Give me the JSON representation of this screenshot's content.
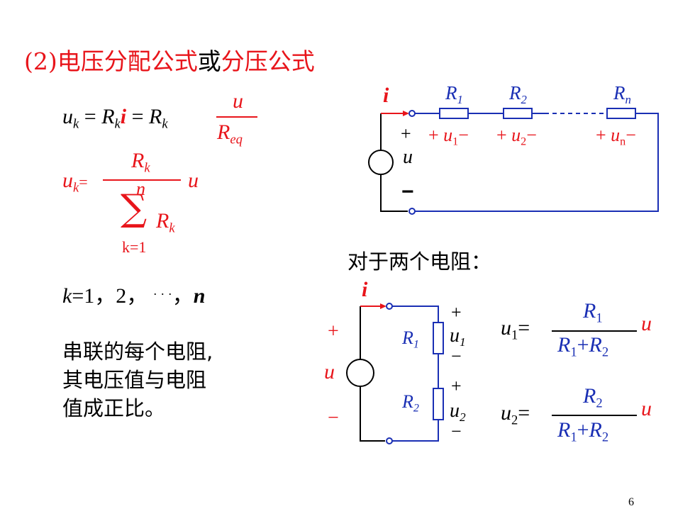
{
  "title": {
    "part1": "(2)电压分配公式",
    "part2": "或",
    "part3": "分压公式"
  },
  "eq1": {
    "uk": "u",
    "uk_sub": "k",
    "eq_sign": "=",
    "R": "R",
    "R_sub": "k",
    "i": "i",
    "eq_sign2": "=",
    "R2": "R",
    "R2_sub": "k",
    "num": "u",
    "den": "R",
    "den_sub": "eq"
  },
  "eq2": {
    "uk": "u",
    "uk_sub": "k",
    "eq_sign": "=",
    "num": "R",
    "num_sub": "k",
    "sum_top": "n",
    "sum_symbol": "∑",
    "sum_R": "R",
    "sum_R_sub": "k",
    "sum_bottom": "k=1",
    "u": "u"
  },
  "k_range": {
    "k": "k",
    "rest": "=1，2，",
    "dots": "· · ·",
    "comma": "，",
    "n": "n"
  },
  "description": [
    "串联的每个电阻,",
    "其电压值与电阻",
    "值成正比。"
  ],
  "two_resistors_label": "对于两个电阻：",
  "circuit_top": {
    "current": "i",
    "R1": "R",
    "R1_sub": "1",
    "R2": "R",
    "R2_sub": "2",
    "Rn": "R",
    "Rn_sub": "n",
    "src_plus": "+",
    "src_u": "u",
    "src_minus": "−",
    "u1_plus": "+",
    "u1": "u",
    "u1_sub": "1",
    "u1_minus": "−",
    "u2_plus": "+",
    "u2": "u",
    "u2_sub": "2",
    "u2_minus": "−",
    "un_plus": "+",
    "un": "u",
    "un_sub": "n",
    "un_minus": "−"
  },
  "circuit_bottom": {
    "current": "i",
    "src_plus": "+",
    "src_u": "u",
    "src_minus": "−",
    "R1": "R",
    "R1_sub": "1",
    "R2": "R",
    "R2_sub": "2",
    "u1_plus": "+",
    "u1": "u",
    "u1_sub": "1",
    "u1_minus": "−",
    "u2_plus": "+",
    "u2": "u",
    "u2_sub": "2",
    "u2_minus": "−"
  },
  "formula_u1": {
    "lhs": "u",
    "lhs_sub": "1",
    "eq": "=",
    "num": "R",
    "num_sub": "1",
    "den_a": "R",
    "den_a_sub": "1",
    "plus": "+",
    "den_b": "R",
    "den_b_sub": "2",
    "u": "u"
  },
  "formula_u2": {
    "lhs": "u",
    "lhs_sub": "2",
    "eq": "=",
    "num": "R",
    "num_sub": "2",
    "den_a": "R",
    "den_a_sub": "1",
    "plus": "+",
    "den_b": "R",
    "den_b_sub": "2",
    "u": "u"
  },
  "page_number": "6",
  "colors": {
    "red": "#e8151b",
    "blue": "#1a2fb4",
    "black": "#000000"
  }
}
